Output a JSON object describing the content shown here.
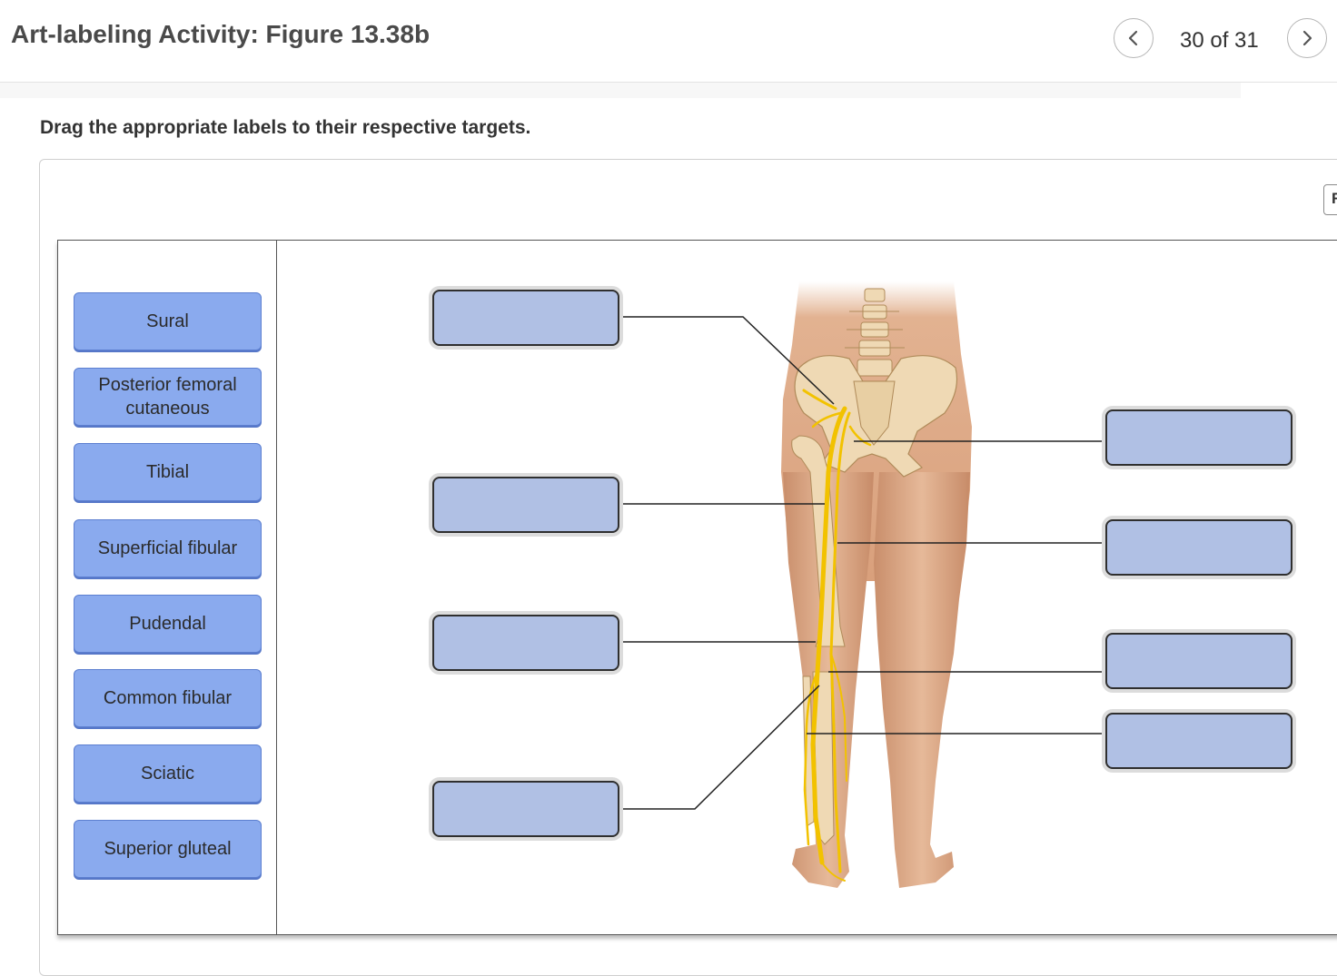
{
  "header": {
    "title": "Art-labeling Activity: Figure 13.38b",
    "counter": "30 of 31"
  },
  "instructions": "Drag the appropriate labels to their respective targets.",
  "reset_stub": "R",
  "label_bank": [
    {
      "id": "sural",
      "text": "Sural"
    },
    {
      "id": "posterior-femoral-cutaneous",
      "text": "Posterior femoral cutaneous"
    },
    {
      "id": "tibial",
      "text": "Tibial"
    },
    {
      "id": "superficial-fibular",
      "text": "Superficial fibular"
    },
    {
      "id": "pudendal",
      "text": "Pudendal"
    },
    {
      "id": "common-fibular",
      "text": "Common fibular"
    },
    {
      "id": "sciatic",
      "text": "Sciatic"
    },
    {
      "id": "superior-gluteal",
      "text": "Superior gluteal"
    }
  ],
  "colors": {
    "chip_fill": "#8aaaee",
    "target_fill": "#b0c0e4",
    "nerve": "#f2c200",
    "skin": "#e0ae8c",
    "bone": "#efd9b4"
  }
}
